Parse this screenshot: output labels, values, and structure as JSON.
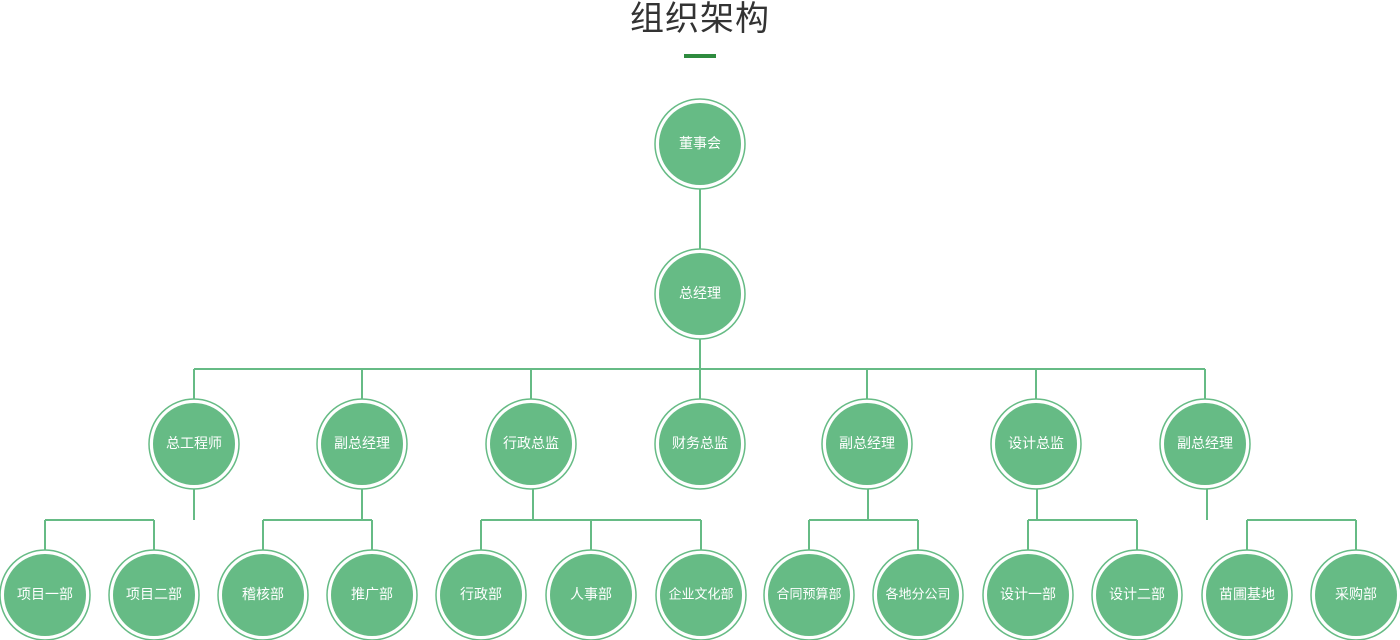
{
  "title": "组织架构",
  "colors": {
    "accent": "#2e8b3e",
    "node_fill": "#66bb85",
    "node_ring": "#66bb85",
    "line": "#66bb85"
  },
  "org": {
    "name": "董事会",
    "children": [
      {
        "name": "总经理",
        "children": [
          {
            "name": "总工程师",
            "children": [
              {
                "name": "项目一部"
              },
              {
                "name": "项目二部"
              }
            ]
          },
          {
            "name": "副总经理",
            "children": [
              {
                "name": "稽核部"
              },
              {
                "name": "推广部"
              }
            ]
          },
          {
            "name": "行政总监",
            "children": [
              {
                "name": "行政部"
              },
              {
                "name": "人事部"
              },
              {
                "name": "企业文化部"
              }
            ]
          },
          {
            "name": "财务总监",
            "children": []
          },
          {
            "name": "副总经理",
            "children": [
              {
                "name": "合同预算部"
              },
              {
                "name": "各地分公司"
              }
            ]
          },
          {
            "name": "设计总监",
            "children": [
              {
                "name": "设计一部"
              },
              {
                "name": "设计二部"
              }
            ]
          },
          {
            "name": "副总经理",
            "children": [
              {
                "name": "苗圃基地"
              },
              {
                "name": "采购部"
              }
            ]
          }
        ]
      }
    ]
  }
}
